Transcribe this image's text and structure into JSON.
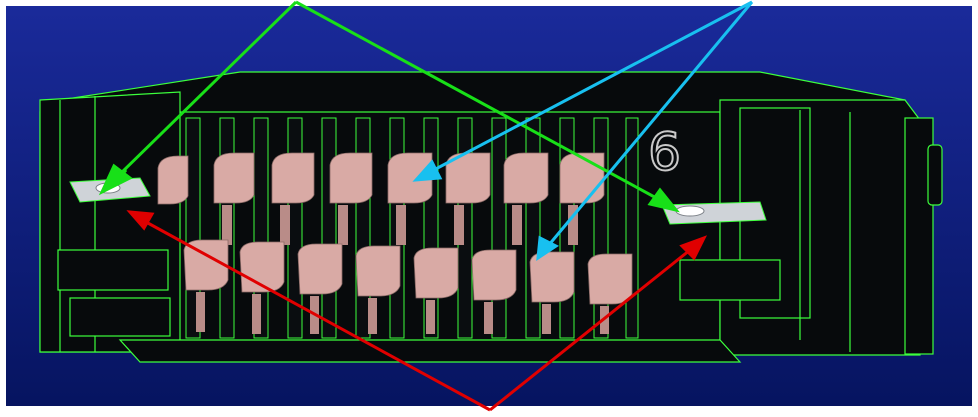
{
  "figure": {
    "digit_label": "6",
    "colors": {
      "bg_top": "#1a2a9a",
      "bg_bottom": "#061460",
      "frame": "#ffffff",
      "body": "#070a0c",
      "edge": "#3cff3c",
      "contact": "#d9aaa5",
      "contact_shade": "#b98c88",
      "mount_tab": "#cfd3d8",
      "arrow_green": "#18e018",
      "arrow_blue": "#18c0f0",
      "arrow_red": "#e00000"
    },
    "icons": {
      "arrow_green": "green-callout-arrow",
      "arrow_blue": "blue-callout-arrow",
      "arrow_red": "red-callout-arrow"
    }
  }
}
